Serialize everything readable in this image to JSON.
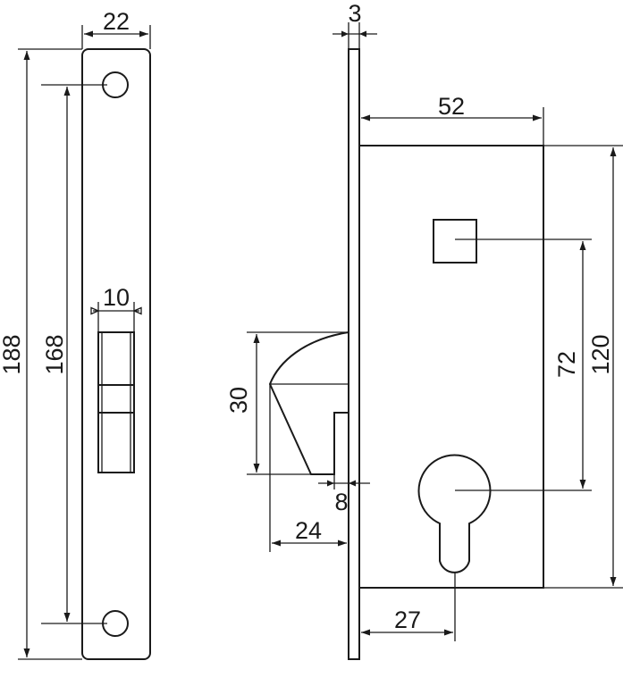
{
  "dimensions": {
    "faceplate_width": "22",
    "faceplate_height_total": "188",
    "hole_spacing": "168",
    "latch_width": "10",
    "faceplate_thickness": "3",
    "case_depth": "52",
    "case_height": "120",
    "spindle_to_cylinder": "72",
    "hook_bolt_height": "30",
    "hook_bolt_offset": "8",
    "hook_bolt_projection": "24",
    "backset": "27"
  }
}
